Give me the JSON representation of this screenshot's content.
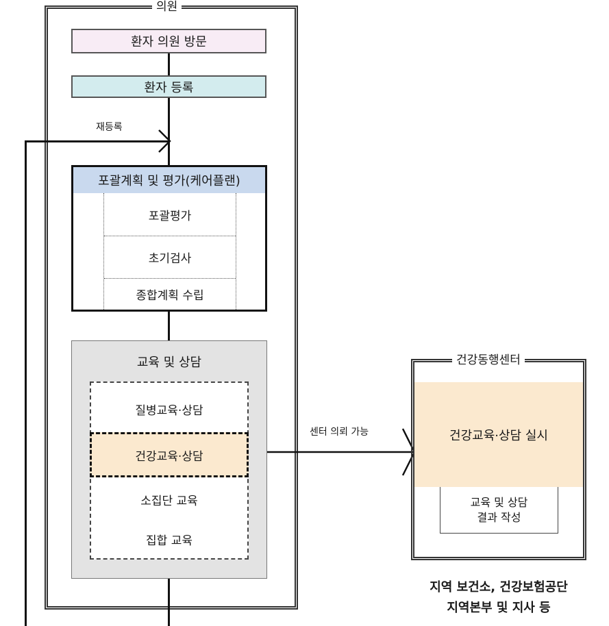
{
  "clinic_frame": {
    "title": "의원"
  },
  "steps": {
    "visit": "환자 의원 방문",
    "register": "환자 등록",
    "reregister": "재등록"
  },
  "care_plan": {
    "title": "포괄계획 및 평가(케어플랜)",
    "items": [
      "포괄평가",
      "초기검사",
      "종합계획 수립"
    ]
  },
  "education": {
    "title": "교육 및 상담",
    "items": [
      "질병교육·상담",
      "건강교육·상담",
      "소집단 교육",
      "집합 교육"
    ]
  },
  "referral_label": "센터 의뢰 가능",
  "center_frame": {
    "title": "건강동행센터",
    "service": "건강교육·상담 실시",
    "result_line1": "교육 및 상담",
    "result_line2": "결과 작성"
  },
  "footer": {
    "line1": "지역 보건소, 건강보험공단",
    "line2": "지역본부 및 지사 등"
  },
  "colors": {
    "visit_bg": "#f8ecf5",
    "register_bg": "#d3ecee",
    "care_plan_header_bg": "#c9d9ee",
    "education_bg": "#e3e3e3",
    "highlight_bg": "#fbe9cf"
  }
}
